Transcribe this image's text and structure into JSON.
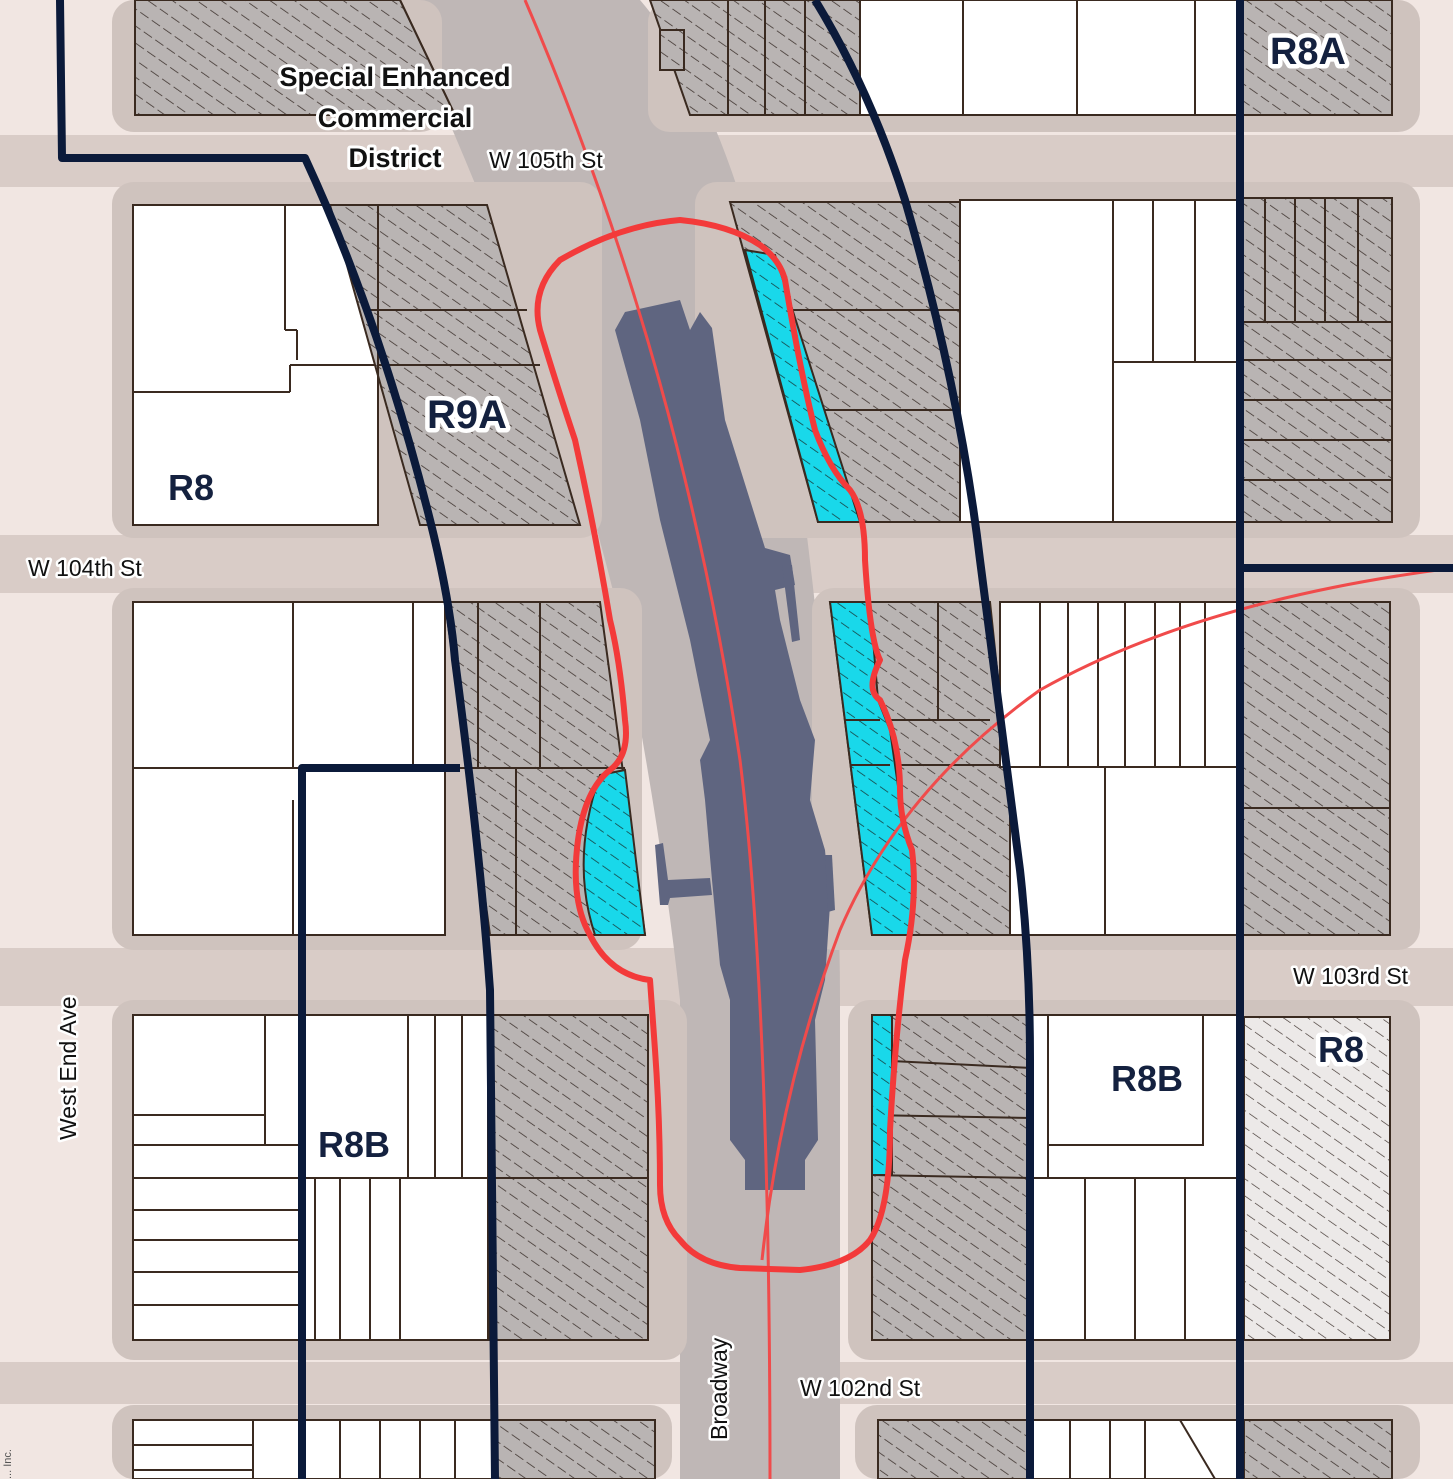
{
  "streets": {
    "w105": "W 105th St",
    "w104": "W 104th St",
    "w103": "W 103rd St",
    "w102": "W 102nd St",
    "west_end": "West End Ave",
    "broadway": "Broadway"
  },
  "districts": {
    "special": [
      "Special Enhanced",
      "Commercial",
      "District"
    ]
  },
  "zones": {
    "r8a": "R8A",
    "r9a": "R9A",
    "r8_west": "R8",
    "r8b_west": "R8B",
    "r8b_east": "R8B",
    "r8_east": "R8"
  },
  "credit": "... Inc.",
  "colors": {
    "background": "#f1e6e2",
    "street_shade": "#c2b7b5",
    "lot_white": "#ffffff",
    "lot_hatched": "#b9b4b3",
    "lot_highlight": "#19d8ea",
    "station": "#5f6580",
    "boundary": "#0b1a3a",
    "transit_area": "#f33a3a"
  }
}
